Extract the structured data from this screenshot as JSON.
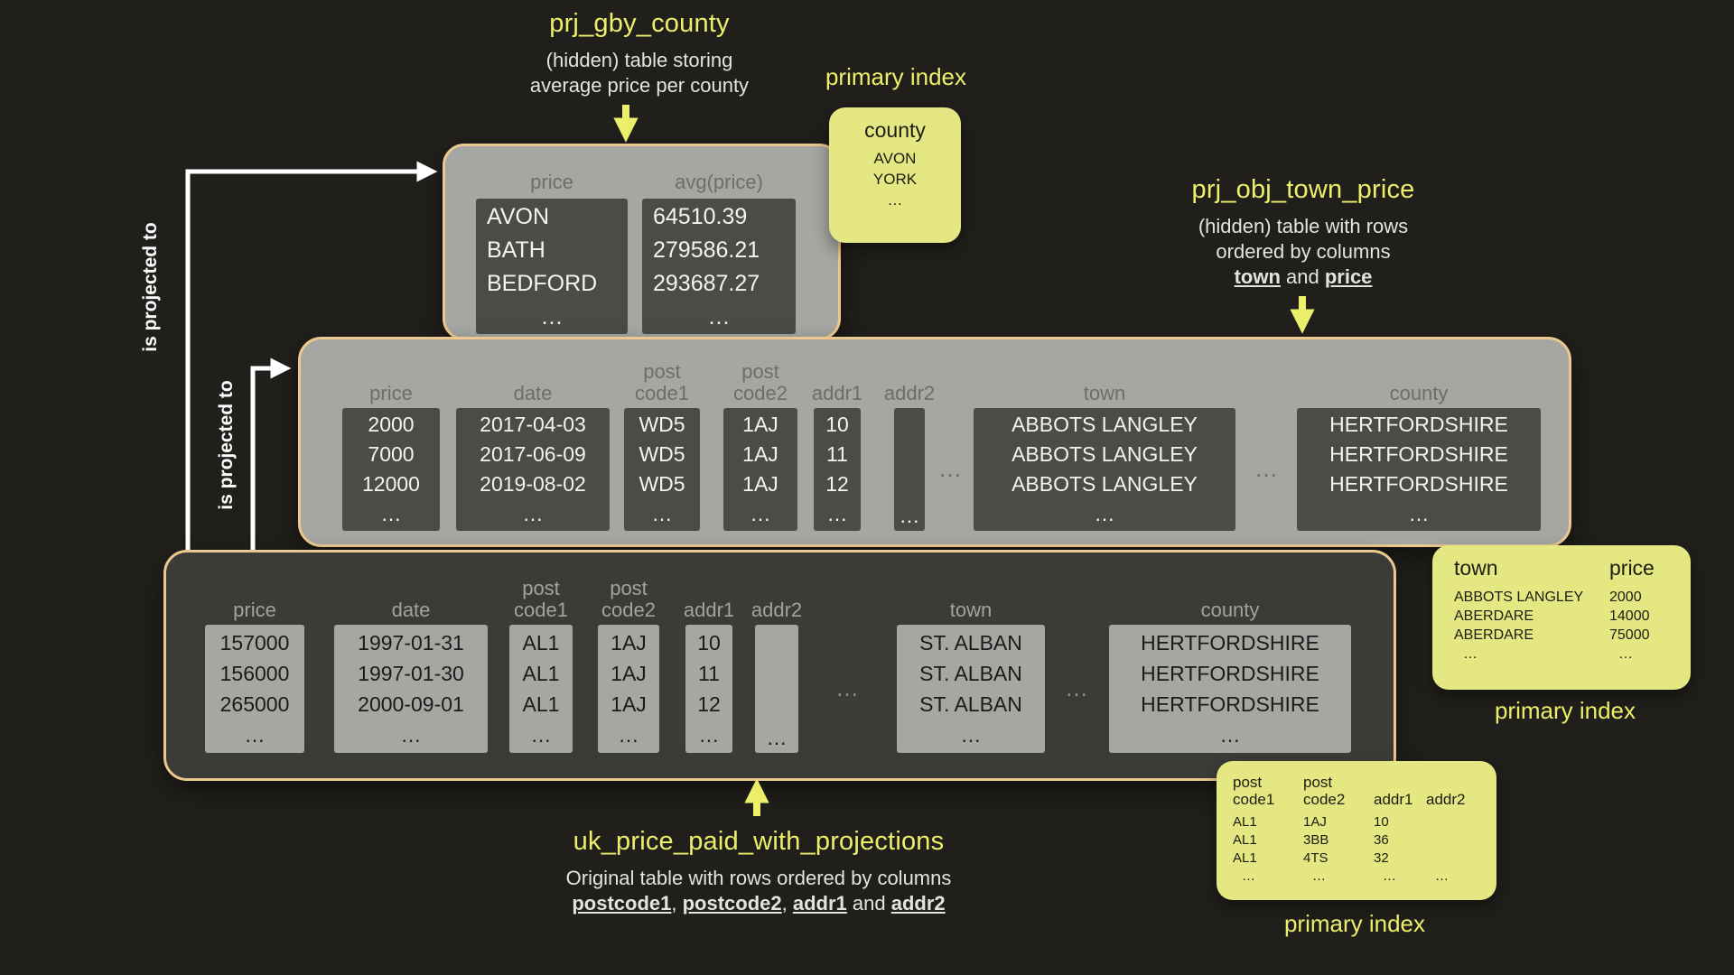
{
  "colors": {
    "background": "#201f1b",
    "table_border": "#ecc88e",
    "light_table_bg": "#a6a6a2",
    "dark_cell_bg": "#4b4b47",
    "dark_table_bg": "#3b3b37",
    "accent_yellow": "#edef6a",
    "note_bg": "#e5e782"
  },
  "labels": {
    "is_projected_to_1": "is projected to",
    "is_projected_to_2": "is projected to",
    "primary_index_county": "primary index",
    "primary_index_town_price": "primary index",
    "primary_index_postcode": "primary index"
  },
  "gby": {
    "title": "prj_gby_county",
    "subtitle_line1": "(hidden) table storing",
    "subtitle_line2": "average price per county",
    "columns": [
      {
        "header": "price",
        "values": [
          "AVON",
          "BATH",
          "BEDFORD",
          "…"
        ]
      },
      {
        "header": "avg(price)",
        "values": [
          "64510.39",
          "279586.21",
          "293687.27",
          "…"
        ]
      }
    ]
  },
  "obj": {
    "title": "prj_obj_town_price",
    "subtitle_line1": "(hidden) table with rows",
    "subtitle_line2": "ordered by columns",
    "subtitle_bold1": "town",
    "subtitle_sep": " and ",
    "subtitle_bold2": "price",
    "gap1": "…",
    "gap2": "…",
    "columns": {
      "price": {
        "header": "price",
        "values": [
          "2000",
          "7000",
          "12000",
          "…"
        ]
      },
      "date": {
        "header": "date",
        "values": [
          "2017-04-03",
          "2017-06-09",
          "2019-08-02",
          "…"
        ]
      },
      "postcode1": {
        "header": "post code1",
        "values": [
          "WD5",
          "WD5",
          "WD5",
          "…"
        ]
      },
      "postcode2": {
        "header": "post code2",
        "values": [
          "1AJ",
          "1AJ",
          "1AJ",
          "…"
        ]
      },
      "addr1": {
        "header": "addr1",
        "values": [
          "10",
          "11",
          "12",
          "…"
        ]
      },
      "addr2": {
        "header": "addr2",
        "values": [
          "…"
        ]
      },
      "town": {
        "header": "town",
        "values": [
          "ABBOTS LANGLEY",
          "ABBOTS LANGLEY",
          "ABBOTS LANGLEY",
          "…"
        ]
      },
      "county": {
        "header": "county",
        "values": [
          "HERTFORDSHIRE",
          "HERTFORDSHIRE",
          "HERTFORDSHIRE",
          "…"
        ]
      }
    }
  },
  "main": {
    "title": "uk_price_paid_with_projections",
    "subtitle_line1": "Original table with rows ordered by columns",
    "subtitle_bold1": "postcode1",
    "subtitle_sep1": ", ",
    "subtitle_bold2": "postcode2",
    "subtitle_sep2": ", ",
    "subtitle_bold3": "addr1",
    "subtitle_sep3": " and ",
    "subtitle_bold4": "addr2",
    "gap1": "…",
    "gap2": "…",
    "columns": {
      "price": {
        "header": "price",
        "values": [
          "157000",
          "156000",
          "265000",
          "…"
        ]
      },
      "date": {
        "header": "date",
        "values": [
          "1997-01-31",
          "1997-01-30",
          "2000-09-01",
          "…"
        ]
      },
      "postcode1": {
        "header": "post code1",
        "values": [
          "AL1",
          "AL1",
          "AL1",
          "…"
        ]
      },
      "postcode2": {
        "header": "post code2",
        "values": [
          "1AJ",
          "1AJ",
          "1AJ",
          "…"
        ]
      },
      "addr1": {
        "header": "addr1",
        "values": [
          "10",
          "11",
          "12",
          "…"
        ]
      },
      "addr2": {
        "header": "addr2",
        "values": [
          "…"
        ]
      },
      "town": {
        "header": "town",
        "values": [
          "ST. ALBAN",
          "ST. ALBAN",
          "ST. ALBAN",
          "…"
        ]
      },
      "county": {
        "header": "county",
        "values": [
          "HERTFORDSHIRE",
          "HERTFORDSHIRE",
          "HERTFORDSHIRE",
          "…"
        ]
      }
    }
  },
  "note_county": {
    "header": "county",
    "values": [
      "AVON",
      "YORK",
      "…"
    ]
  },
  "note_town_price": {
    "columns": [
      {
        "header": "town",
        "values": [
          "ABBOTS LANGLEY",
          "ABERDARE",
          "ABERDARE",
          "…"
        ]
      },
      {
        "header": "price",
        "values": [
          "2000",
          "14000",
          "75000",
          "…"
        ]
      }
    ]
  },
  "note_postcode": {
    "columns": [
      {
        "header": "post code1",
        "values": [
          "AL1",
          "AL1",
          "AL1",
          "…"
        ]
      },
      {
        "header": "post code2",
        "values": [
          "1AJ",
          "3BB",
          "4TS",
          "…"
        ]
      },
      {
        "header": "addr1",
        "values": [
          "10",
          "36",
          "32",
          "…"
        ]
      },
      {
        "header": "addr2",
        "values": [
          "",
          "",
          "",
          "…"
        ]
      }
    ]
  }
}
